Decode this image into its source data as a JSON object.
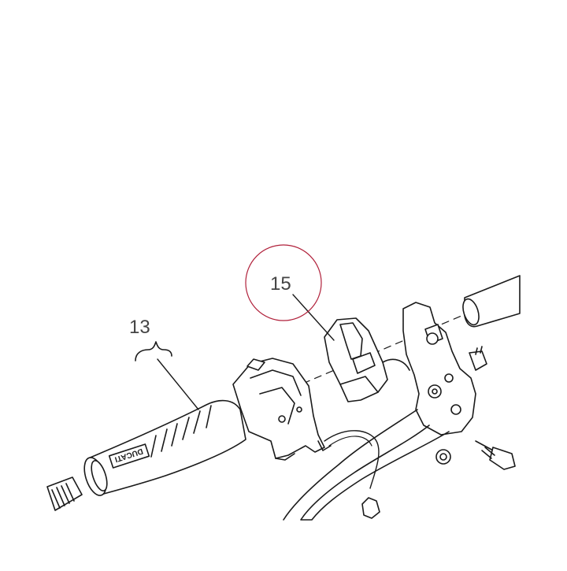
{
  "diagram": {
    "callouts": [
      {
        "id": "13",
        "label": "13"
      },
      {
        "id": "15",
        "label": "15"
      }
    ],
    "brand_mark": "DUCATI",
    "highlight_color": "#b0203a",
    "line_color": "#1a1a1a"
  }
}
